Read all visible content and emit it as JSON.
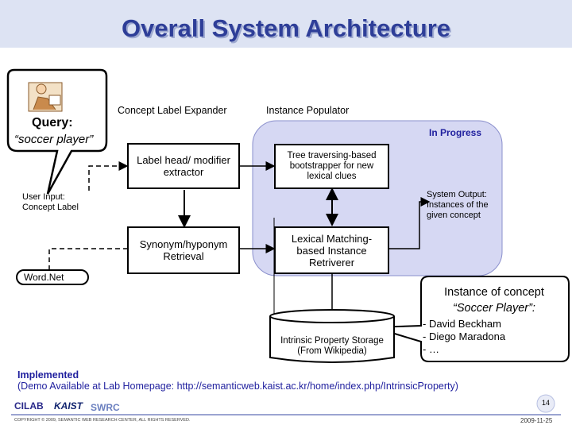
{
  "slide": {
    "title": "Overall System Architecture",
    "page_number": "14",
    "date": "2009-11-25",
    "copyright": "COPYRIGHT © 2009, SEMANTIC WEB RESEARCH CENTER, ALL RIGHTS RESERVED."
  },
  "query": {
    "label": "Query:",
    "text": "“soccer player”"
  },
  "modules": {
    "concept_label_expander": "Concept Label Expander",
    "instance_populator": "Instance Populator",
    "status": "In Progress",
    "label_extractor": "Label head/ modifier extractor",
    "synonym_retrieval": "Synonym/hyponym Retrieval",
    "tree_bootstrapper": "Tree traversing-based bootstrapper for new lexical clues",
    "lexical_retriever": "Lexical Matching-based Instance Retriverer",
    "storage": "Intrinsic Property Storage (From Wikipedia)"
  },
  "io": {
    "user_input": "User Input: Concept Label",
    "system_output": "System Output: Instances of the given concept",
    "wordnet": "Word.Net"
  },
  "result": {
    "heading_line1": "Instance of concept",
    "heading_line2": "“Soccer Player”:",
    "items": [
      "- David Beckham",
      "- Diego Maradona",
      "- …"
    ]
  },
  "footer": {
    "implemented": "Implemented",
    "demo": "(Demo Available at Lab Homepage: http://semanticweb.kaist.ac.kr/home/index.php/IntrinsicProperty)"
  },
  "logos": [
    "CILAB",
    "KAIST",
    "SWRC"
  ],
  "colors": {
    "title_text": "#2e3e98",
    "title_band": "#dde3f3",
    "in_progress_area": "#d6d8f3",
    "accent_blue": "#1f1f9e"
  }
}
